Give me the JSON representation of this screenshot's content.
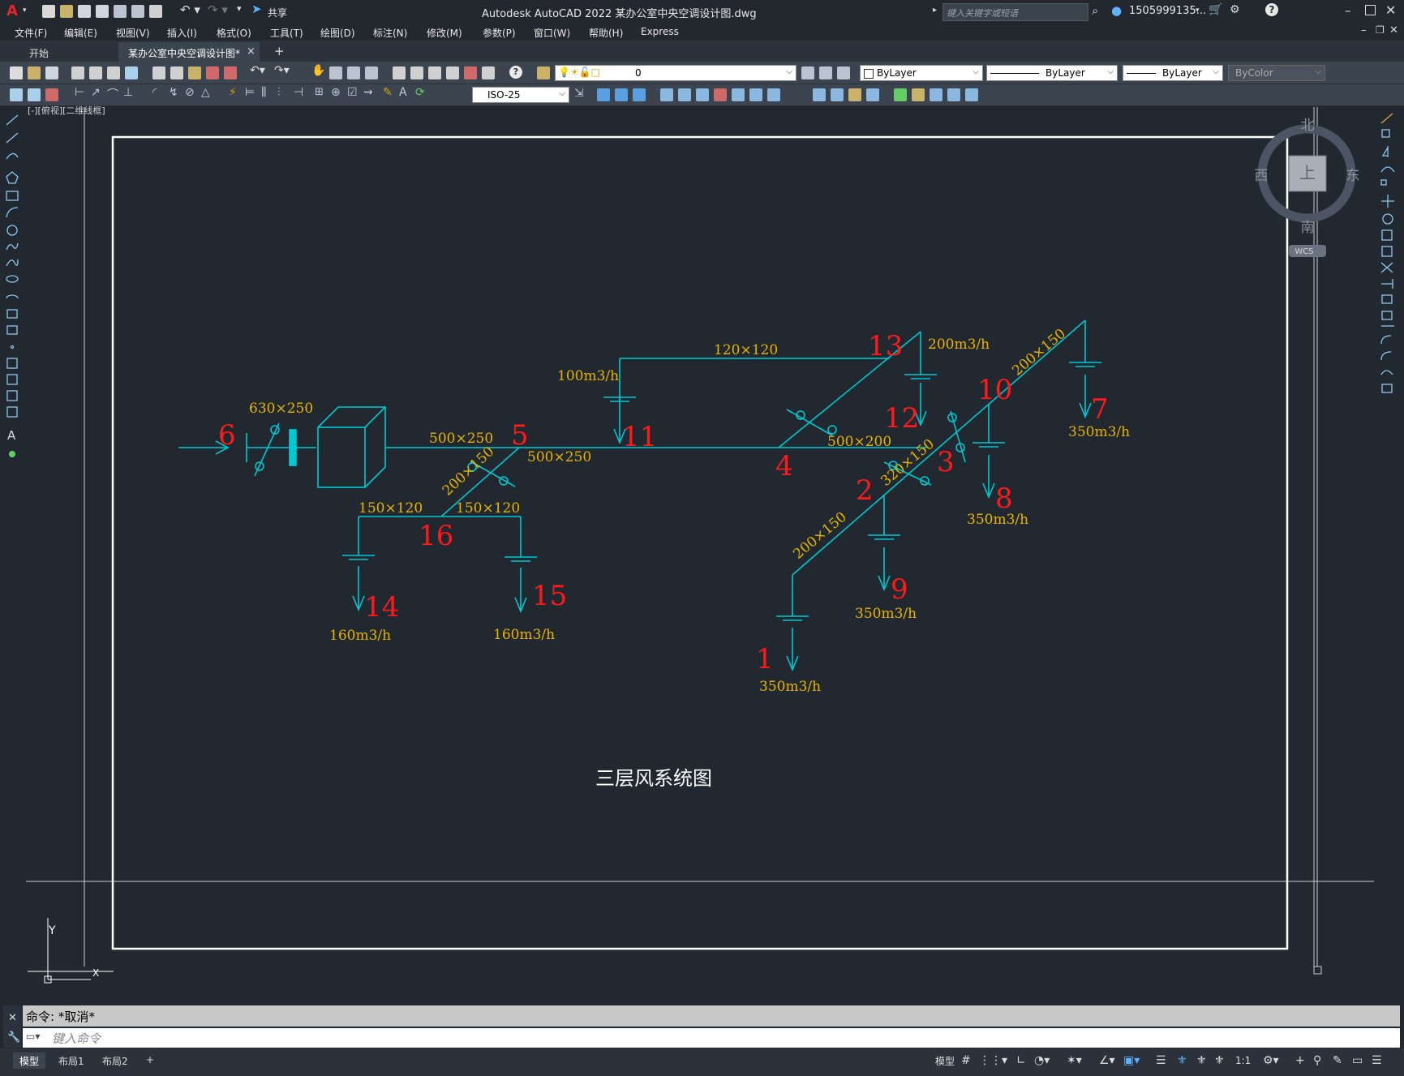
{
  "titlebar": {
    "app_letter": "A",
    "share_label": "共享",
    "title": "Autodesk AutoCAD 2022    某办公室中央空调设计图.dwg",
    "search_placeholder": "键入关键字或短语",
    "user": "1505999135..."
  },
  "menus": [
    "文件(F)",
    "编辑(E)",
    "视图(V)",
    "插入(I)",
    "格式(O)",
    "工具(T)",
    "绘图(D)",
    "标注(N)",
    "修改(M)",
    "参数(P)",
    "窗口(W)",
    "帮助(H)",
    "Express"
  ],
  "tabs": {
    "start": "开始",
    "active": "某办公室中央空调设计图*",
    "close": "×",
    "add": "+"
  },
  "toolbar1": {
    "layer": "0",
    "color": "ByLayer",
    "linetype": "ByLayer",
    "lineweight": "ByLayer",
    "plotstyle": "ByColor"
  },
  "toolbar2": {
    "dimstyle": "ISO-25"
  },
  "viewport_label": "[-][俯视][二维线框]",
  "viewcube": {
    "north": "北",
    "south": "南",
    "east": "东",
    "west": "西",
    "top": "上",
    "wcs": "WCS"
  },
  "ucs": {
    "y": "Y",
    "x": "X"
  },
  "drawing": {
    "title": "三层风系统图",
    "node_labels": [
      "1",
      "2",
      "3",
      "4",
      "5",
      "6",
      "7",
      "8",
      "9",
      "10",
      "11",
      "12",
      "13",
      "14",
      "15",
      "16"
    ],
    "flows": {
      "n1": "350m3/h",
      "n7": "350m3/h",
      "n8": "350m3/h",
      "n9": "350m3/h",
      "n11": "100m3/h",
      "n13": "200m3/h",
      "n14": "160m3/h",
      "n15": "160m3/h"
    },
    "ducts": {
      "d_inlet": "630×250",
      "d_5a": "500×250",
      "d_5b": "500×250",
      "d_top": "120×120",
      "d_500x200": "500×200",
      "d_diag5": "200×150",
      "d_150a": "150×120",
      "d_150b": "150×120",
      "d_320": "320×150",
      "d_200a": "200×150",
      "d_200b": "200×150"
    }
  },
  "command": {
    "history": "命令: *取消*",
    "placeholder": "键入命令"
  },
  "status_tabs": [
    "模型",
    "布局1",
    "布局2",
    "+"
  ],
  "status_scale": "1:1",
  "colors": {
    "bg": "#212830",
    "duct": "#00c8d2",
    "label": "#ff1a1a",
    "dimtext": "#e8b400",
    "frame": "#ffffff"
  }
}
